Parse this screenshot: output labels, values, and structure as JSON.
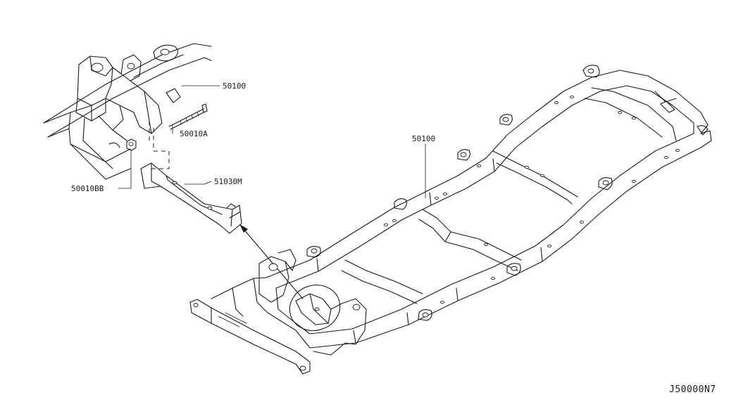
{
  "labels": {
    "frame_main": "50100",
    "frame_inset": "50100",
    "bolt": "50010A",
    "nut": "50010BB",
    "bracket": "51030M"
  },
  "diagram_code": "J50000N7",
  "colors": {
    "line": "#1a1a1a",
    "background": "#ffffff"
  }
}
